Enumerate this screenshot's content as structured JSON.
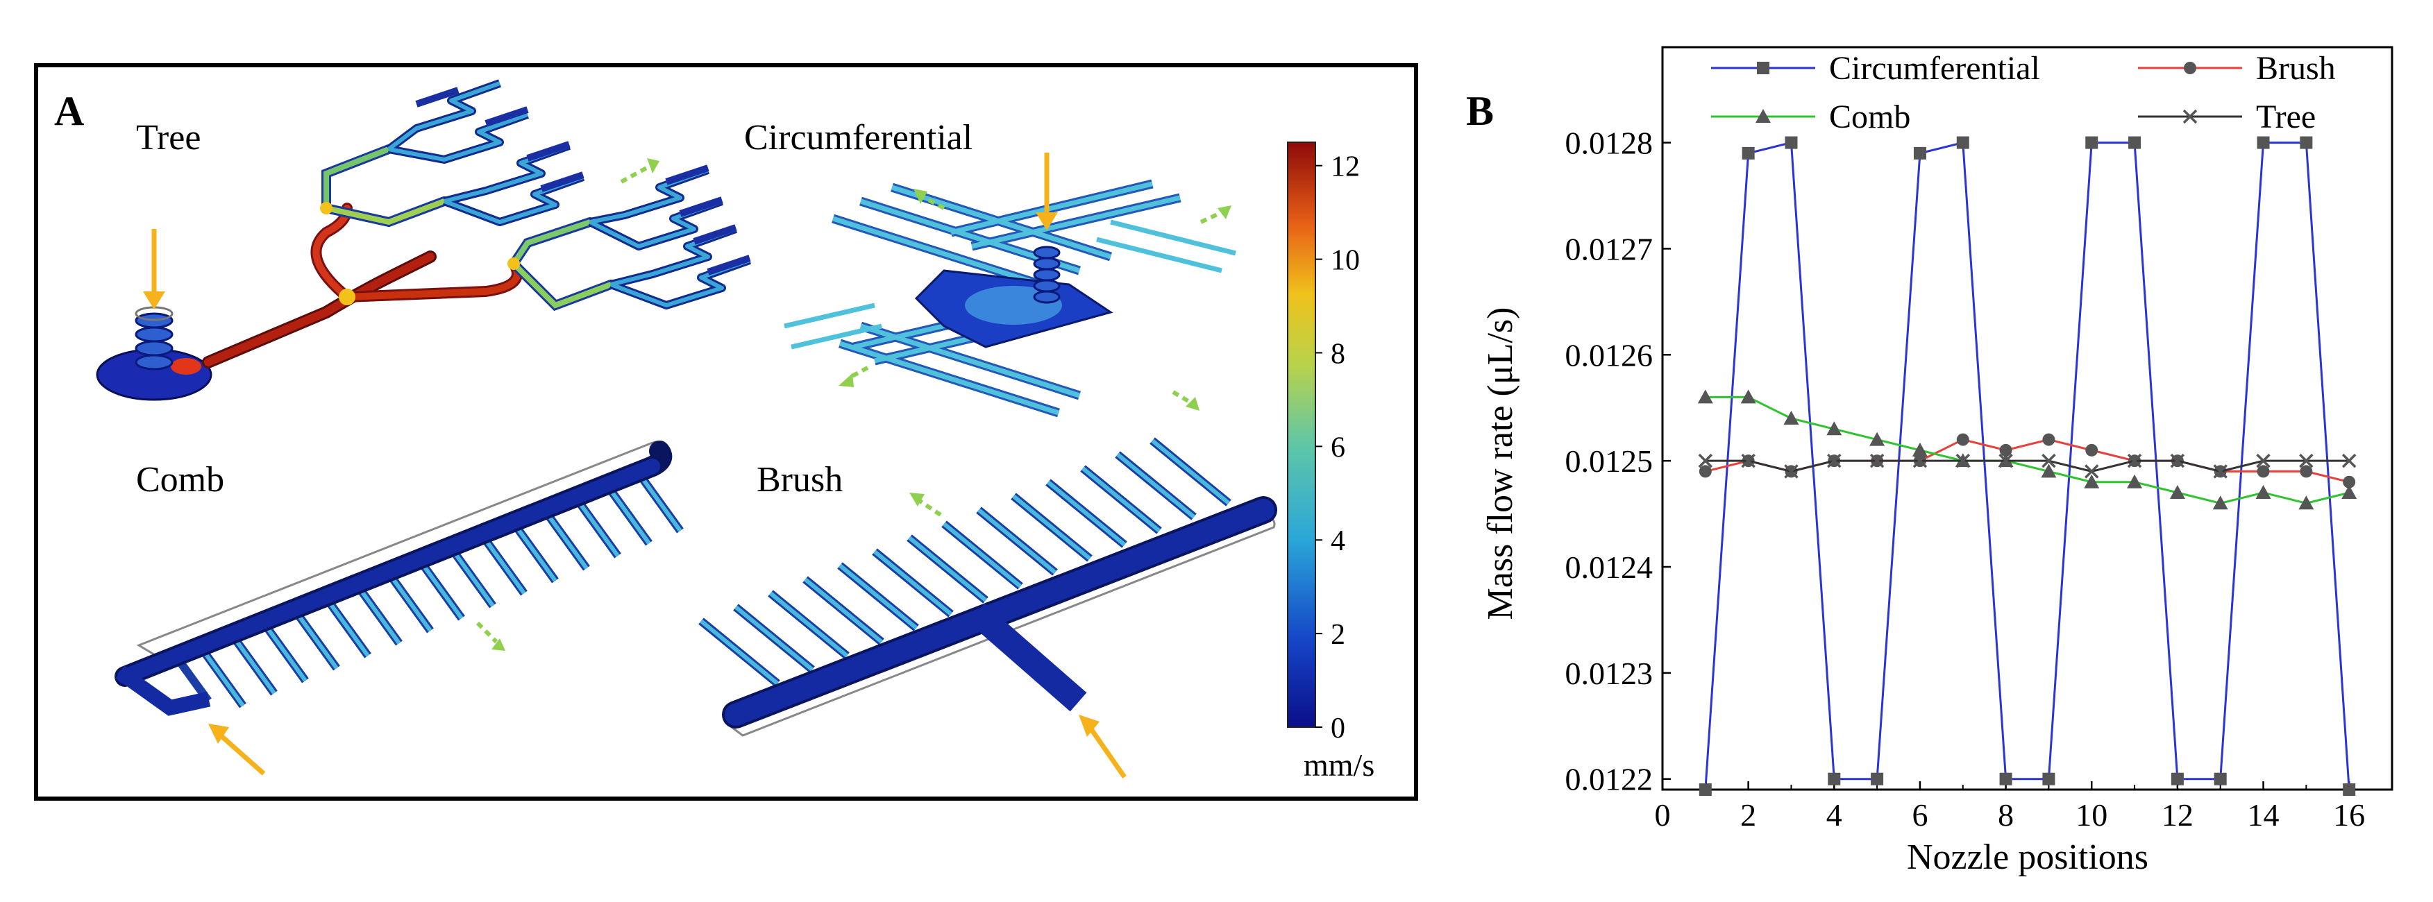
{
  "panel_a": {
    "label": "A",
    "labels": {
      "tree": "Tree",
      "circumferential": "Circumferential",
      "comb": "Comb",
      "brush": "Brush"
    },
    "colorbar": {
      "ticks": [
        "12",
        "10",
        "8",
        "6",
        "4",
        "2",
        "0"
      ],
      "unit": "mm/s",
      "range": [
        0,
        12.5
      ]
    },
    "colors": {
      "arrow_in": "#f5b21b",
      "arrow_out": "#8fd14f",
      "channel_dark": "#0f1f8c",
      "channel_light": "#3fb2d6"
    }
  },
  "panel_b": {
    "label": "B",
    "chart_data": {
      "type": "line",
      "xlabel": "Nozzle positions",
      "ylabel": "Mass flow rate (μL/s)",
      "xlim": [
        0,
        17
      ],
      "ylim": [
        0.01219,
        0.01289
      ],
      "xticks": [
        "0",
        "2",
        "4",
        "6",
        "8",
        "10",
        "12",
        "14",
        "16"
      ],
      "yticks": [
        "0.0122",
        "0.0123",
        "0.0124",
        "0.0125",
        "0.0126",
        "0.0127",
        "0.0128"
      ],
      "grid": false,
      "legend": "top",
      "x": [
        1,
        2,
        3,
        4,
        5,
        6,
        7,
        8,
        9,
        10,
        11,
        12,
        13,
        14,
        15,
        16
      ],
      "series": [
        {
          "name": "Circumferential",
          "color": "#2b35d6",
          "marker": "square",
          "values": [
            0.01219,
            0.01279,
            0.0128,
            0.0122,
            0.0122,
            0.01279,
            0.0128,
            0.0122,
            0.0122,
            0.0128,
            0.0128,
            0.0122,
            0.0122,
            0.0128,
            0.0128,
            0.01219
          ]
        },
        {
          "name": "Brush",
          "color": "#e8403a",
          "marker": "circle",
          "values": [
            0.01249,
            0.0125,
            0.01249,
            0.0125,
            0.0125,
            0.0125,
            0.01252,
            0.01251,
            0.01252,
            0.01251,
            0.0125,
            0.0125,
            0.01249,
            0.01249,
            0.01249,
            0.01248
          ]
        },
        {
          "name": "Comb",
          "color": "#2dc42d",
          "marker": "triangle",
          "values": [
            0.01256,
            0.01256,
            0.01254,
            0.01253,
            0.01252,
            0.01251,
            0.0125,
            0.0125,
            0.01249,
            0.01248,
            0.01248,
            0.01247,
            0.01246,
            0.01247,
            0.01246,
            0.01247
          ]
        },
        {
          "name": "Tree",
          "color": "#333333",
          "marker": "x",
          "values": [
            0.0125,
            0.0125,
            0.01249,
            0.0125,
            0.0125,
            0.0125,
            0.0125,
            0.0125,
            0.0125,
            0.01249,
            0.0125,
            0.0125,
            0.01249,
            0.0125,
            0.0125,
            0.0125
          ]
        }
      ]
    }
  }
}
